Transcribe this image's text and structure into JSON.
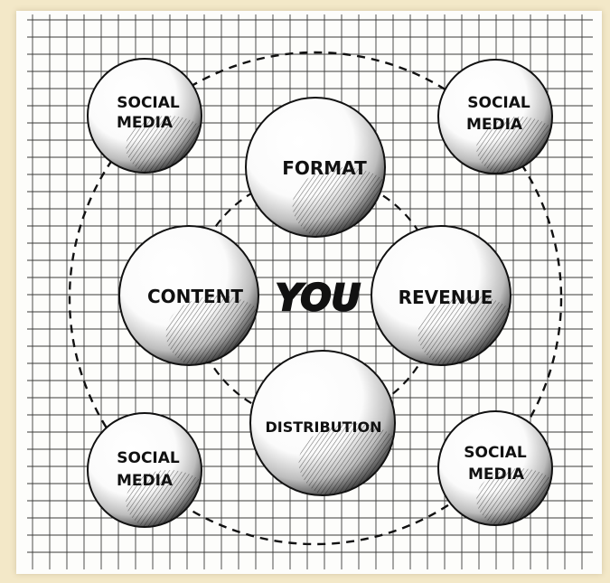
{
  "center": {
    "label": "YOU"
  },
  "inner_nodes": [
    {
      "id": "format",
      "label": "FORMAT"
    },
    {
      "id": "content",
      "label": "CONTENT"
    },
    {
      "id": "revenue",
      "label": "REVENUE"
    },
    {
      "id": "distribution",
      "label": "DISTRIBUTION"
    }
  ],
  "outer_nodes": [
    {
      "id": "social-top-left",
      "lines": [
        "SOCIAL",
        "MEDIA"
      ]
    },
    {
      "id": "social-top-right",
      "lines": [
        "SOCIAL",
        "MEDIA"
      ]
    },
    {
      "id": "social-bottom-left",
      "lines": [
        "SOCIAL",
        "MEDIA"
      ]
    },
    {
      "id": "social-bottom-right",
      "lines": [
        "SOCIAL",
        "MEDIA"
      ]
    }
  ],
  "colors": {
    "page_bg": "#f3e8c8",
    "paper": "#fdfdfb",
    "grid": "#3a3a3a",
    "ink": "#111111",
    "sphere_light": "#ffffff",
    "sphere_dark": "#2b2b2b"
  }
}
